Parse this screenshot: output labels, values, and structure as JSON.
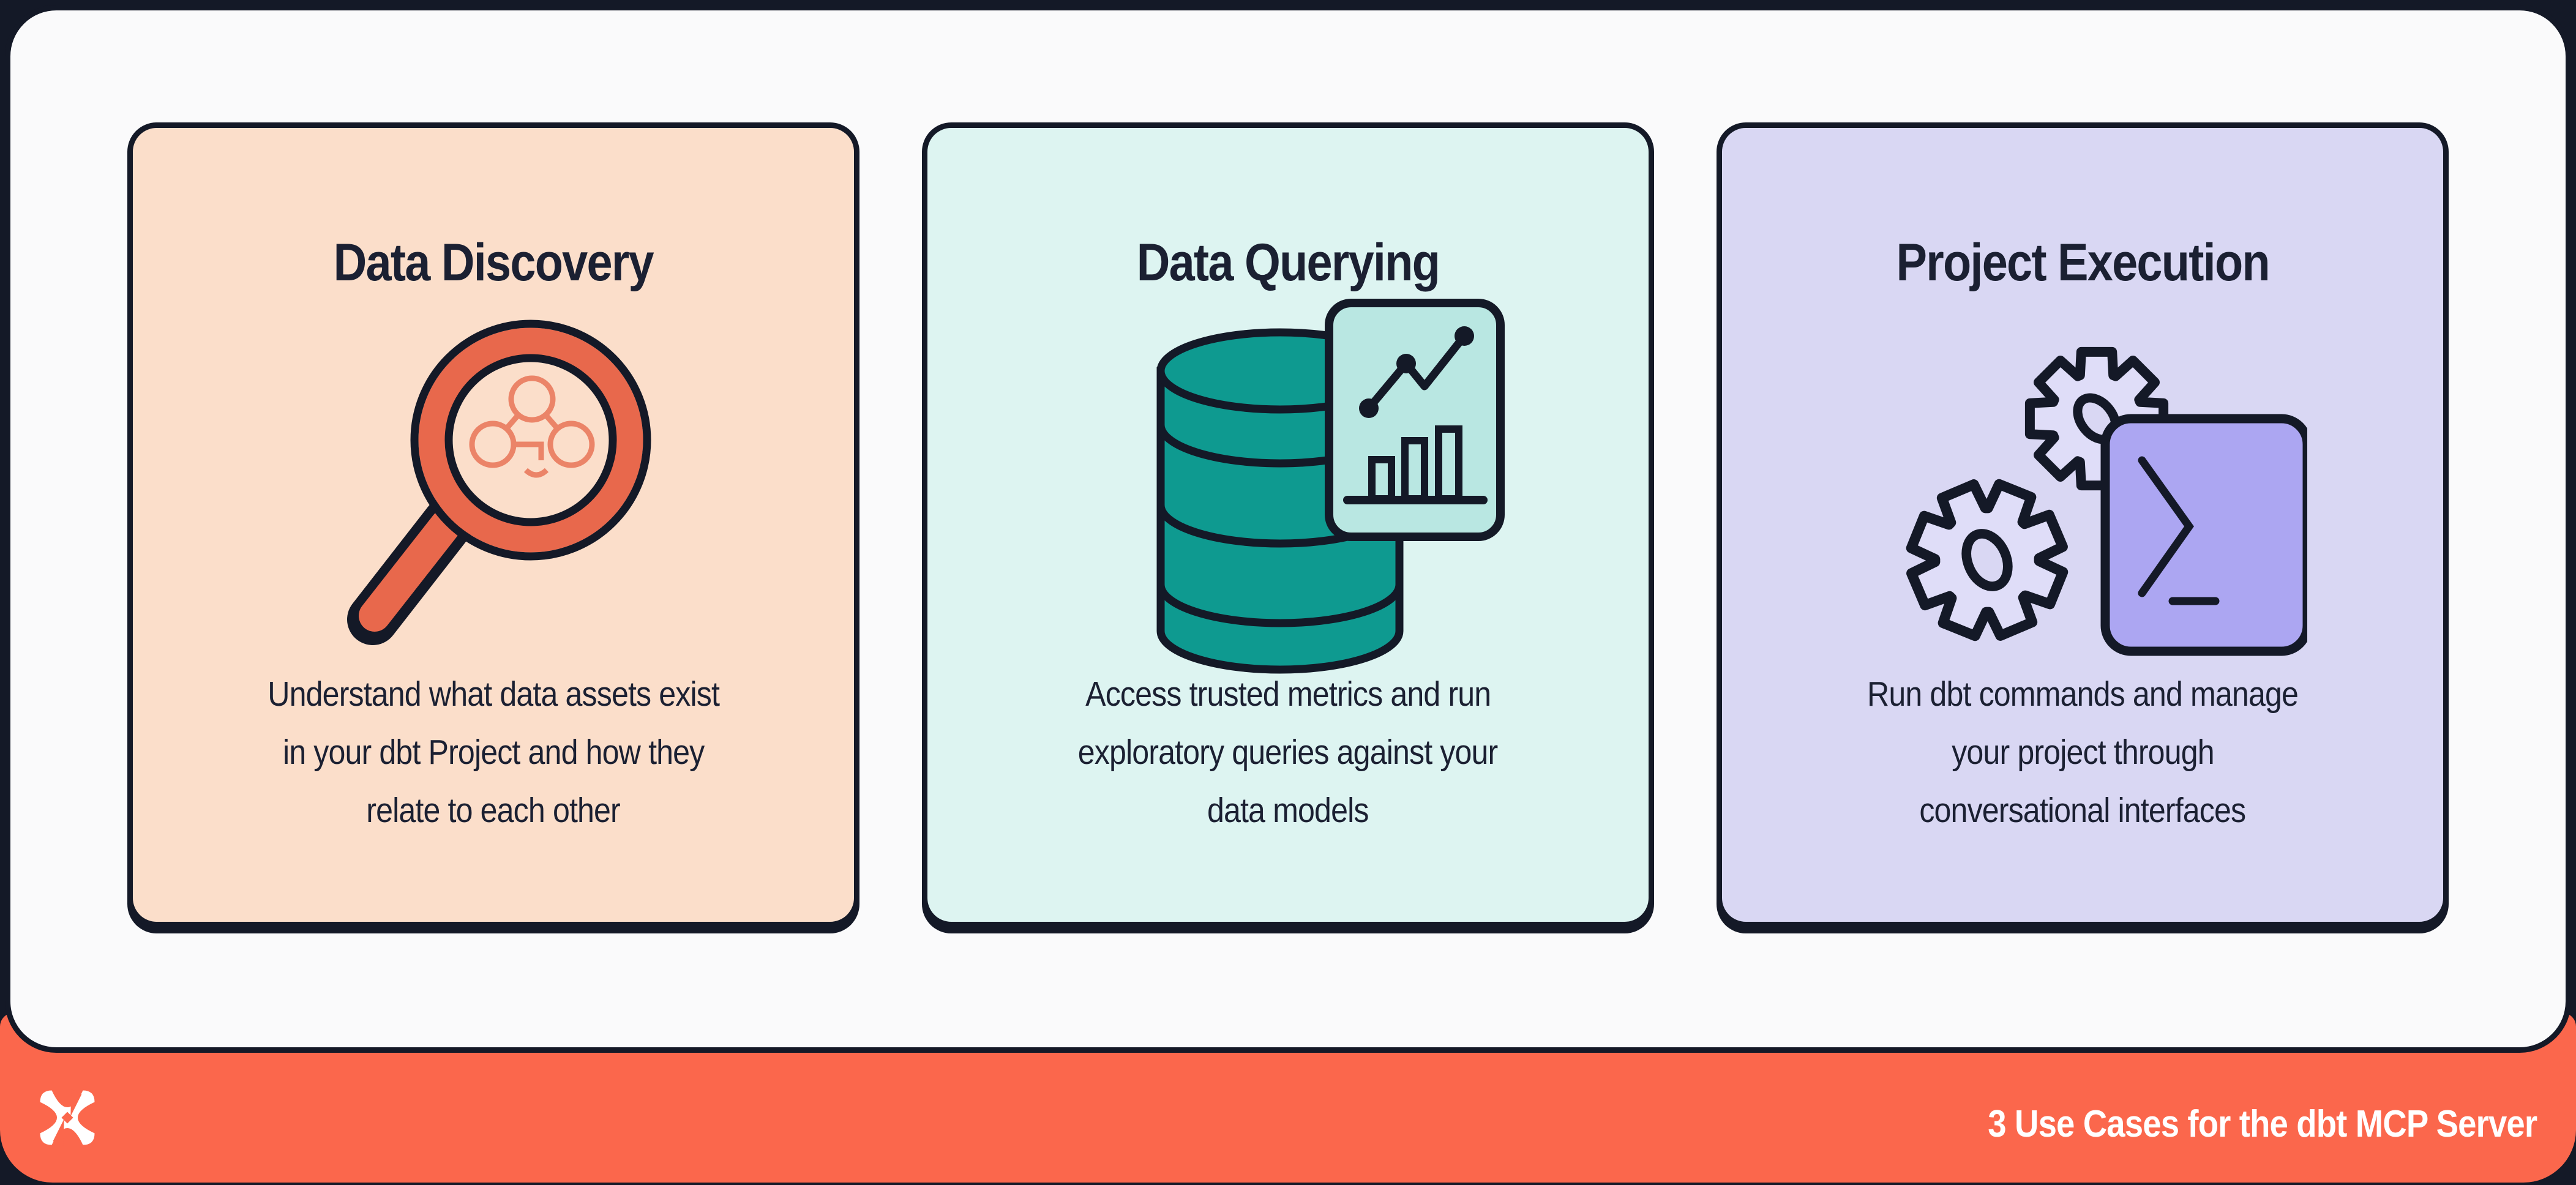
{
  "page": {
    "background_color": "#141927",
    "panel_color": "#FAFAFB",
    "text_color": "#1B2032"
  },
  "cards": [
    {
      "title": "Data Discovery",
      "body_lines": [
        "Understand what data assets exist",
        "in your dbt Project and how they",
        "relate to each other"
      ],
      "background": "#FBDECA",
      "accent": "#E8684C",
      "icon": "magnifier-lineage-icon"
    },
    {
      "title": "Data Querying",
      "body_lines": [
        "Access trusted metrics and run",
        "exploratory queries against your",
        "data models"
      ],
      "background": "#DDF4F1",
      "accent": "#0E9A90",
      "icon": "database-chart-icon"
    },
    {
      "title": "Project Execution",
      "body_lines": [
        "Run dbt commands and manage",
        "your project through",
        "conversational interfaces"
      ],
      "background": "#D9D7F3",
      "accent": "#ACA6F2",
      "icon": "gears-terminal-icon"
    }
  ],
  "footer": {
    "label": "3 Use Cases for the dbt MCP Server",
    "background": "#FB674C",
    "text_color": "#FFFFFF",
    "logo": "dbt-logo"
  }
}
